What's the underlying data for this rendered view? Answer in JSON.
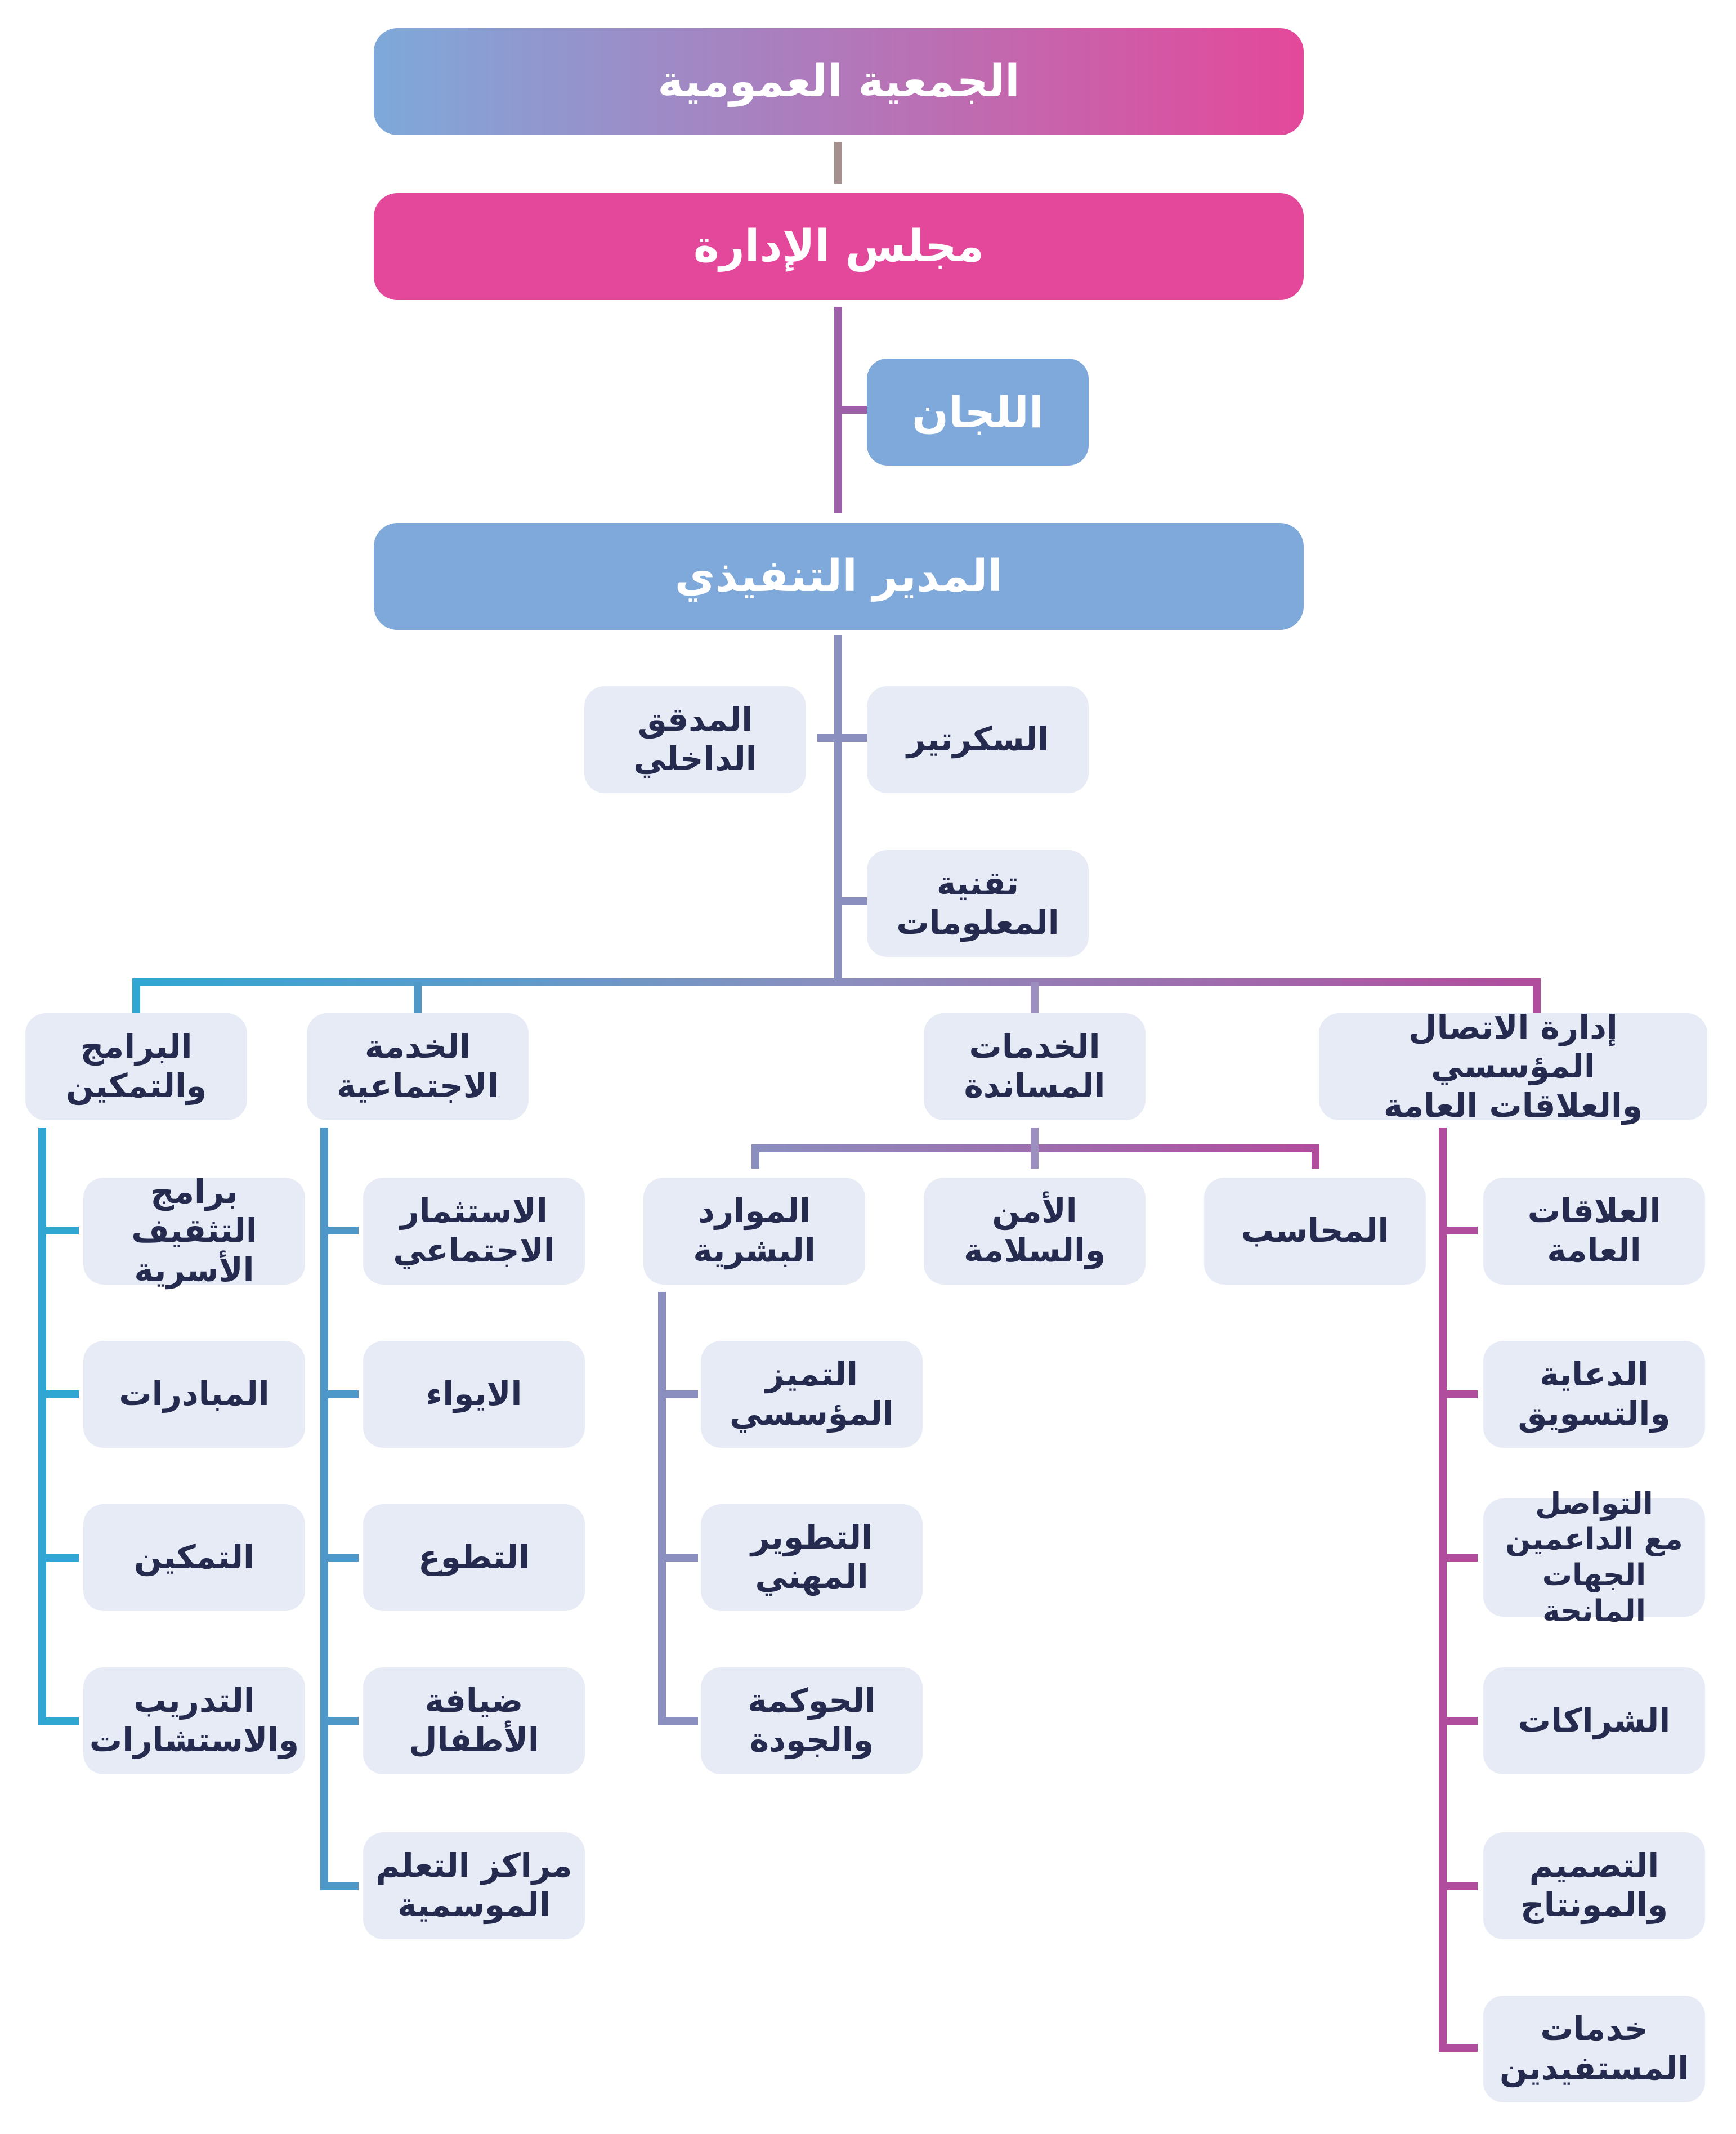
{
  "colors": {
    "blue": "#7ea9da",
    "pink": "#e4489a",
    "box_bg": "#e6ebf5",
    "text_dark": "#252b4f",
    "cyan_line": "#2fa7d2",
    "steel_line": "#4d97c9",
    "slate_line": "#8b8fbf",
    "magenta_line": "#b04d9d"
  },
  "nodes": {
    "general_assembly": "الجمعية العمومية",
    "board": "مجلس الإدارة",
    "committees": "اللجان",
    "executive_director": "المدير التنفيذي",
    "secretary": "السكرتير",
    "internal_auditor": "المدقق\nالداخلي",
    "it": "تقنية\nالمعلومات",
    "communication_dept": "إدارة الاتصال المؤسسي\nوالعلاقات العامة",
    "support_services": "الخدمات\nالمساندة",
    "social_service": "الخدمة\nالاجتماعية",
    "programs": "البرامج\nوالتمكين",
    "accountant": "المحاسب",
    "security": "الأمن\nوالسلامة",
    "hr": "الموارد\nالبشرية",
    "hr_children": [
      "التميز\nالمؤسسي",
      "التطوير\nالمهني",
      "الحوكمة\nوالجودة"
    ],
    "communication_children": [
      "العلاقات\nالعامة",
      "الدعاية\nوالتسويق",
      "التواصل\nمع الداعمين\nالجهات المانحة",
      "الشراكات",
      "التصميم\nوالمونتاج",
      "خدمات\nالمستفيدين"
    ],
    "social_children": [
      "الاستثمار\nالاجتماعي",
      "الايواء",
      "التطوع",
      "ضيافة\nالأطفال",
      "مراكز التعلم\nالموسمية"
    ],
    "programs_children": [
      "برامج التثقيف\nالأسرية",
      "المبادرات",
      "التمكين",
      "التدريب\nوالاستشارات"
    ]
  }
}
